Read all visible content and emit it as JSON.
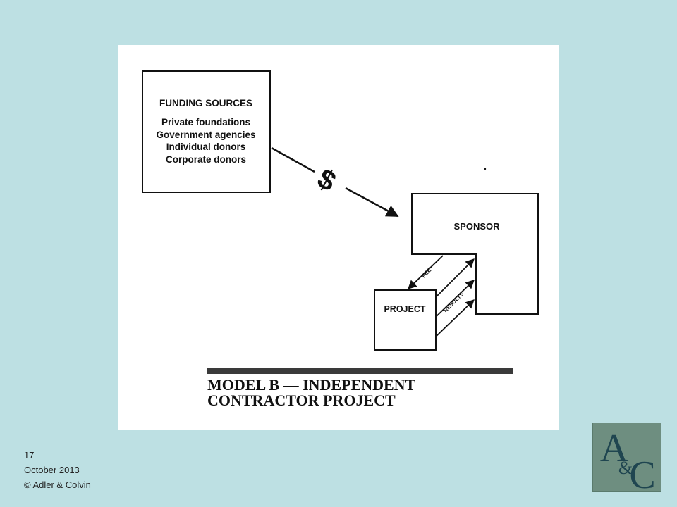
{
  "funding": {
    "title": "FUNDING SOURCES",
    "items": [
      "Private foundations",
      "Government agencies",
      "Individual donors",
      "Corporate donors"
    ]
  },
  "flow_symbol": "$",
  "sponsor": {
    "label": "SPONSOR"
  },
  "project": {
    "label": "PROJECT"
  },
  "arrows": {
    "fee": "FEE",
    "results": "RESULTS"
  },
  "caption": {
    "line1": "MODEL B — INDEPENDENT",
    "line2": "CONTRACTOR PROJECT"
  },
  "footer": {
    "page": "17",
    "date": "October 2013",
    "copyright": "© Adler & Colvin"
  },
  "logo": {
    "letter_top": "A",
    "ampersand": "&",
    "letter_bottom": "C"
  },
  "colors": {
    "background": "#bde0e3",
    "logo_bg": "#6e8e80",
    "logo_ink": "#1f4550"
  }
}
